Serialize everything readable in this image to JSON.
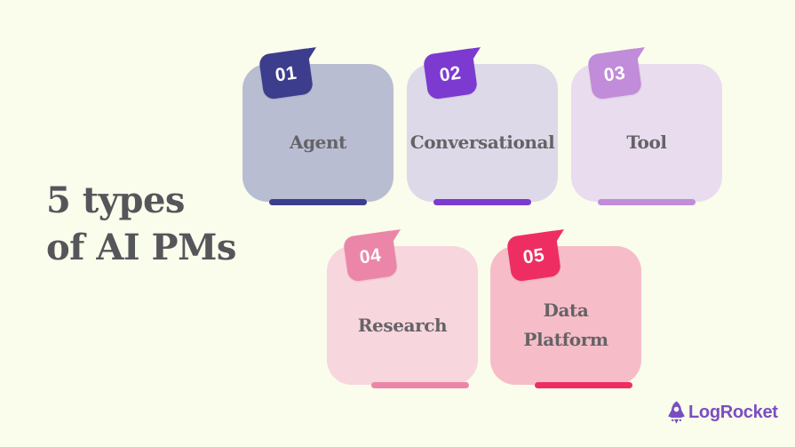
{
  "background_color": "#fafcec",
  "title": {
    "line1": "5 types",
    "line2": "of AI PMs",
    "color": "#55565a"
  },
  "cards": [
    {
      "number": "01",
      "label": "Agent",
      "card_color": "#b9bdd2",
      "accent_color": "#3d3d8d"
    },
    {
      "number": "02",
      "label": "Conversational",
      "card_color": "#ded9e8",
      "accent_color": "#7c3ad0"
    },
    {
      "number": "03",
      "label": "Tool",
      "card_color": "#e8dcee",
      "accent_color": "#c18cd9"
    },
    {
      "number": "04",
      "label": "Research",
      "card_color": "#f8d6de",
      "accent_color": "#ec86a8"
    },
    {
      "number": "05",
      "label": "Data Platform",
      "card_color": "#f6bdc9",
      "accent_color": "#ee2e62"
    }
  ],
  "logo": {
    "text": "LogRocket",
    "color": "#7a4ec2",
    "icon": "rocket-icon"
  }
}
